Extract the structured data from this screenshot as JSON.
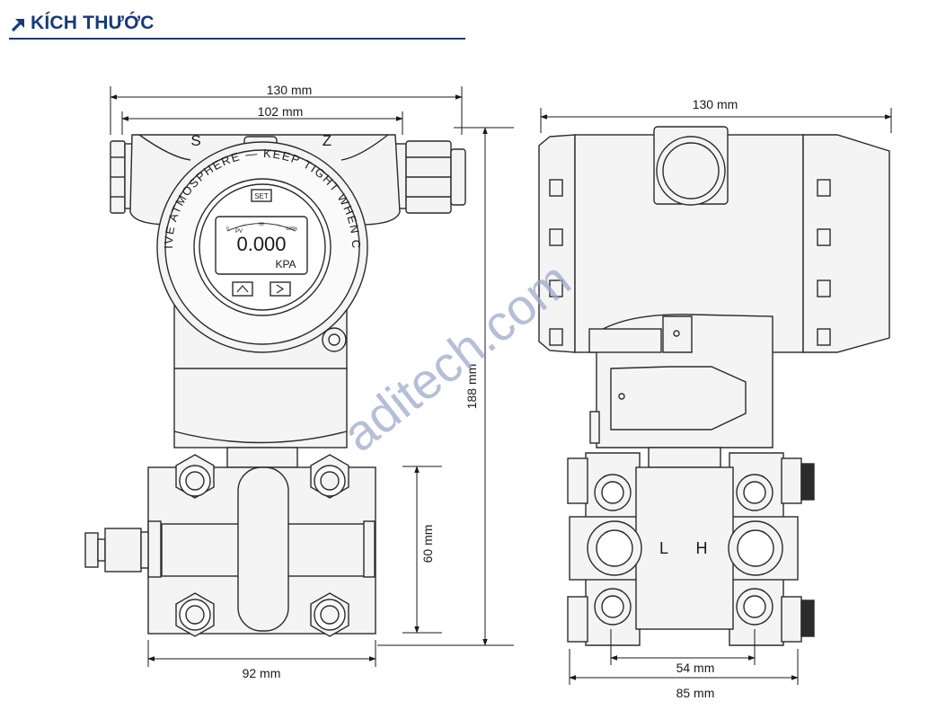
{
  "header": {
    "title": "KÍCH THƯỚC",
    "accent": "#163a7a"
  },
  "front_view": {
    "dim_overall_width": "130 mm",
    "dim_housing_width": "102 mm",
    "dim_height": "188 mm",
    "dim_flange_height": "60 mm",
    "dim_flange_width": "92 mm",
    "port_left": "S",
    "port_right": "Z",
    "ring_text": "— IN EXPLOSIVE ATMOSPHERE — KEEP TIGHT WHEN CIRCUIT ALIVE",
    "set_button": "SET",
    "lcd": {
      "scale_0": "0",
      "scale_pv": "PV",
      "scale_50": "50",
      "scale_100": "100%",
      "value": "0.000",
      "unit": "KPA"
    }
  },
  "side_view": {
    "dim_overall_width": "130 mm",
    "dim_port_spacing": "54 mm",
    "dim_flange_width": "85 mm",
    "label_low": "L",
    "label_high": "H"
  },
  "watermark": "aditech.com"
}
